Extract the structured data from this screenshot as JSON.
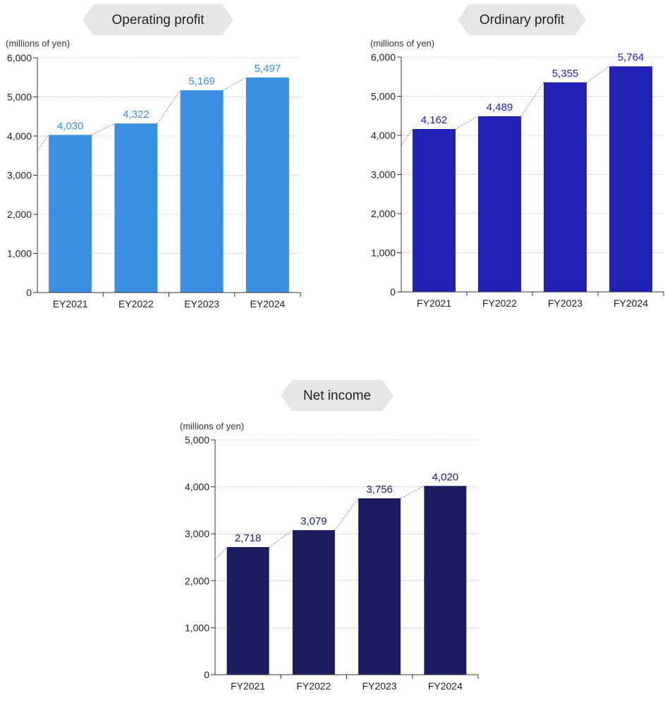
{
  "page": {
    "background": "#ffffff"
  },
  "chart_data": [
    {
      "type": "bar",
      "title": "Operating profit",
      "unit_label": "(millions of yen)",
      "categories": [
        "EY2021",
        "EY2022",
        "EY2023",
        "EY2024"
      ],
      "values": [
        4030,
        4322,
        5169,
        5497
      ],
      "value_labels": [
        "4,030",
        "4,322",
        "5,169",
        "5,497"
      ],
      "ylim": [
        0,
        6000
      ],
      "yticks": [
        0,
        1000,
        2000,
        3000,
        4000,
        5000,
        6000
      ],
      "ytick_labels": [
        "0",
        "1,000",
        "2,000",
        "3,000",
        "4,000",
        "5,000",
        "6,000"
      ],
      "grid": true,
      "trend_line": true,
      "bar_color": "#3b8fe2",
      "label_color": "#3b8fe2"
    },
    {
      "type": "bar",
      "title": "Ordinary profit",
      "unit_label": "(millions of yen)",
      "categories": [
        "FY2021",
        "FY2022",
        "FY2023",
        "FY2024"
      ],
      "values": [
        4162,
        4489,
        5355,
        5764
      ],
      "value_labels": [
        "4,162",
        "4,489",
        "5,355",
        "5,764"
      ],
      "ylim": [
        0,
        6000
      ],
      "yticks": [
        0,
        1000,
        2000,
        3000,
        4000,
        5000,
        6000
      ],
      "ytick_labels": [
        "0",
        "1,000",
        "2,000",
        "3,000",
        "4,000",
        "5,000",
        "6,000"
      ],
      "grid": true,
      "trend_line": true,
      "bar_color": "#2121b5",
      "label_color": "#2121b5"
    },
    {
      "type": "bar",
      "title": "Net income",
      "unit_label": "(millions of yen)",
      "categories": [
        "FY2021",
        "FY2022",
        "FY2023",
        "FY2024"
      ],
      "values": [
        2718,
        3079,
        3756,
        4020
      ],
      "value_labels": [
        "2,718",
        "3,079",
        "3,756",
        "4,020"
      ],
      "ylim": [
        0,
        5000
      ],
      "yticks": [
        0,
        1000,
        2000,
        3000,
        4000,
        5000
      ],
      "ytick_labels": [
        "0",
        "1,000",
        "2,000",
        "3,000",
        "4,000",
        "5,000"
      ],
      "grid": true,
      "trend_line": true,
      "bar_color": "#1b1d5e",
      "label_color": "#1b1d5e"
    }
  ]
}
